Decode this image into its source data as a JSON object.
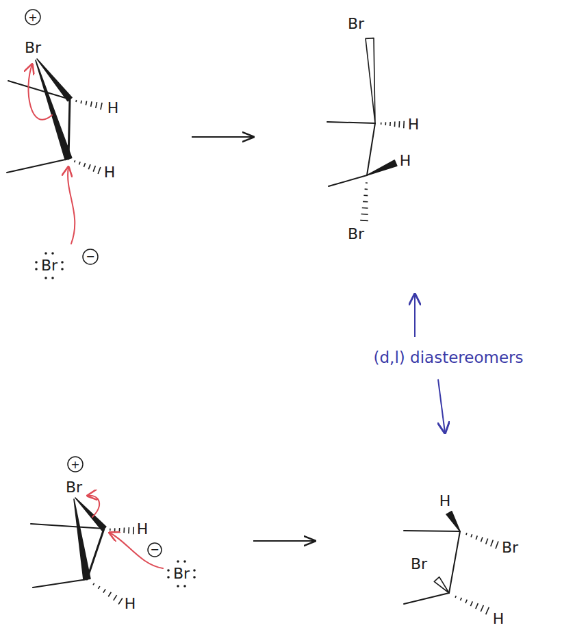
{
  "diagram": {
    "labels": [
      "+",
      "Br",
      "H",
      "H",
      "Br",
      "−",
      "Br",
      "H",
      "H",
      "Br",
      "(d,l) diastereomers",
      "+",
      "Br",
      "H",
      "H",
      "−",
      "Br",
      "H",
      "Br",
      "Br",
      "H"
    ]
  }
}
